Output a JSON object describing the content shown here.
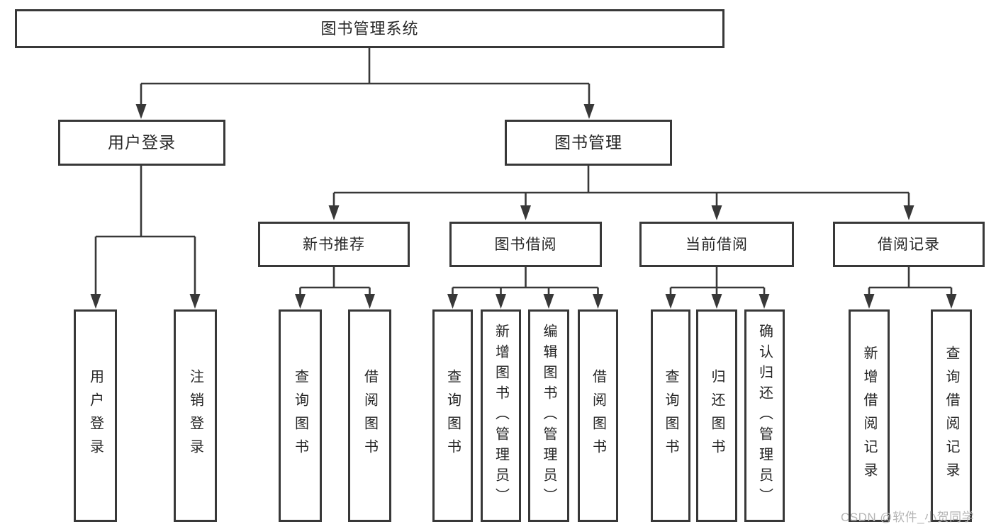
{
  "tree": {
    "root": "图书管理系统",
    "user_branch": {
      "label": "用户登录",
      "children": [
        "用户登录",
        "注销登录"
      ]
    },
    "management_branch": {
      "label": "图书管理",
      "modules": [
        {
          "label": "新书推荐",
          "children": [
            "查询图书",
            "借阅图书"
          ]
        },
        {
          "label": "图书借阅",
          "children": [
            "查询图书",
            "新增图书（管理员）",
            "编辑图书（管理员）",
            "借阅图书"
          ]
        },
        {
          "label": "当前借阅",
          "children": [
            "查询图书",
            "归还图书",
            "确认归还（管理员）"
          ]
        },
        {
          "label": "借阅记录",
          "children": [
            "新增借阅记录",
            "查询借阅记录"
          ]
        }
      ]
    }
  },
  "watermark": "CSDN @软件_小贺同学",
  "colors": {
    "line": "#383838",
    "box_border": "#383838",
    "box_fill": "#ffffff",
    "text": "#262626",
    "background": "#ffffff",
    "watermark_text": "#b5b5b5"
  }
}
